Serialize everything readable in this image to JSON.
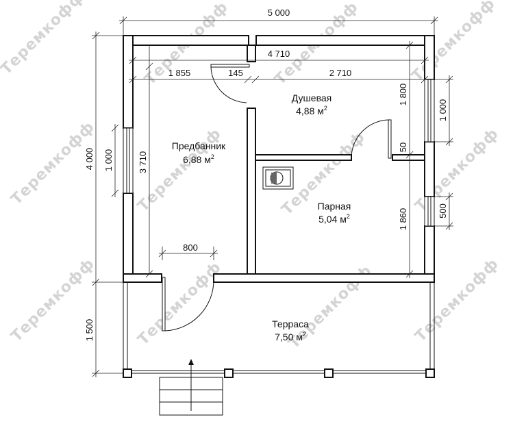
{
  "watermark": "Теремкофф",
  "rooms": [
    {
      "key": "predbannik",
      "name": "Предбанник",
      "area": "6,88 м",
      "sup": "2"
    },
    {
      "key": "dushevaya",
      "name": "Душевая",
      "area": "4,88 м",
      "sup": "2"
    },
    {
      "key": "parnaya",
      "name": "Парная",
      "area": "5,04 м",
      "sup": "2"
    },
    {
      "key": "terrasa",
      "name": "Терраса",
      "area": "7,50 м",
      "sup": "2"
    }
  ],
  "dimensions": {
    "total_width": "5 000",
    "inner_width": "4 710",
    "predbannik_width": "1 855",
    "partition": "145",
    "shower_width": "2 710",
    "total_height": "4 000",
    "left_window": "1 000",
    "inner_height": "3 710",
    "door_width": "800",
    "terrace_depth": "1 500",
    "shower_height": "1 800",
    "right_window_top": "1 000",
    "partition_thin": "50",
    "steam_height": "1 860",
    "right_window_bottom": "500"
  }
}
